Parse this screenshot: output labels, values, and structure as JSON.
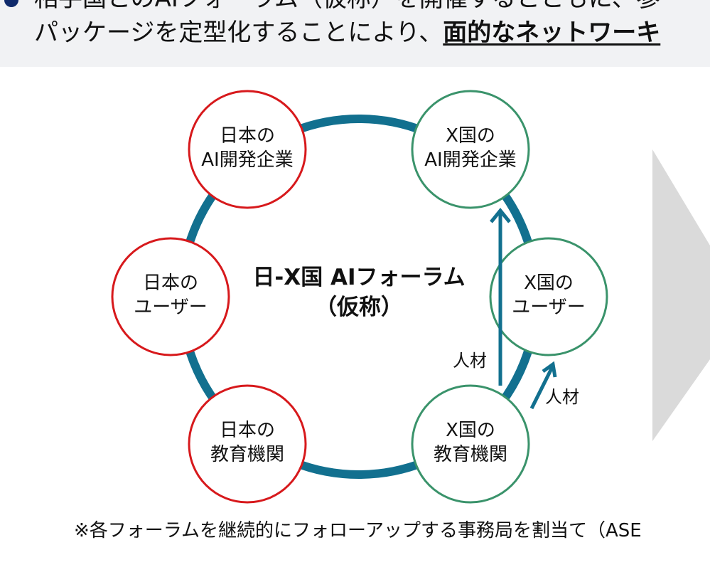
{
  "header": {
    "line1": "相手国とのAIフォーラム（仮称）を開催するとともに、参",
    "line2_prefix": "パッケージを定型化することにより、",
    "line2_bold": "面的なネットワーキ"
  },
  "diagram": {
    "center_line1": "日-X国 AIフォーラム",
    "center_line2": "（仮称）",
    "nodes": [
      {
        "id": "jp-ai-companies",
        "line1": "日本の",
        "line2": "AI開発企業"
      },
      {
        "id": "x-ai-companies",
        "line1": "X国の",
        "line2": "AI開発企業"
      },
      {
        "id": "jp-users",
        "line1": "日本の",
        "line2": "ユーザー"
      },
      {
        "id": "x-users",
        "line1": "X国の",
        "line2": "ユーザー"
      },
      {
        "id": "jp-education",
        "line1": "日本の",
        "line2": "教育機関"
      },
      {
        "id": "x-education",
        "line1": "X国の",
        "line2": "教育機関"
      }
    ],
    "talent_label_1": "人材",
    "talent_label_2": "人材",
    "colors": {
      "ring": "#12708f",
      "japan_border": "#d7191c",
      "x_border": "#3a936b",
      "arrow": "#12708f",
      "big_arrow": "#dadada"
    }
  },
  "footnote": "※各フォーラムを継続的にフォローアップする事務局を割当て（ASE"
}
